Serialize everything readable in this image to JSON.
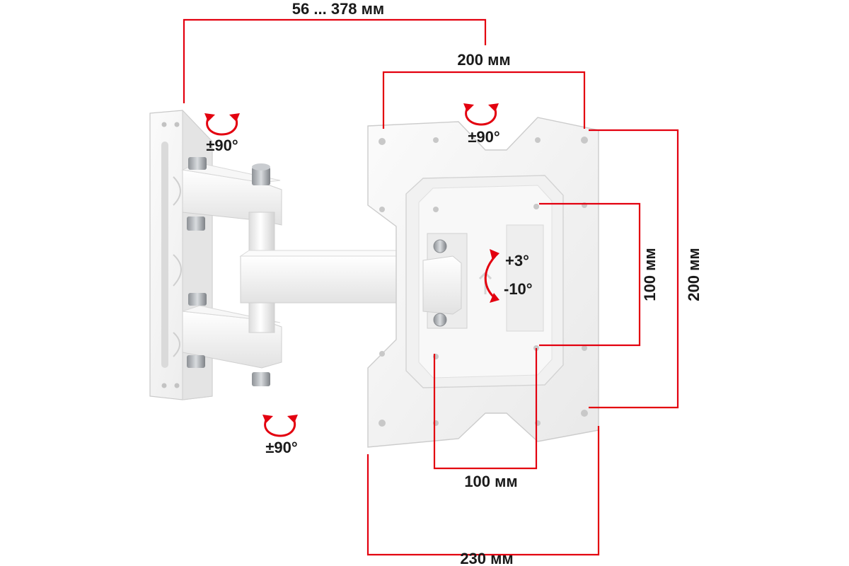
{
  "dimensions": {
    "arm_extension": "56 ... 378 мм",
    "vesa_top_width": "200 мм",
    "vesa_inner_height": "100 мм",
    "vesa_outer_height": "200 мм",
    "vesa_inner_width": "100 мм",
    "plate_width": "230 мм"
  },
  "rotations": {
    "wall_top_swivel": "±90°",
    "wall_bottom_swivel": "±90°",
    "plate_swivel": "±90°",
    "tilt_up": "+3°",
    "tilt_down": "-10°"
  },
  "colors": {
    "dimension_lines": "#e3000f",
    "bracket": "#f4f4f4",
    "bracket_shadow": "#d6d6d6",
    "bolt": "#a9adb3",
    "text": "#1a1a1a"
  }
}
